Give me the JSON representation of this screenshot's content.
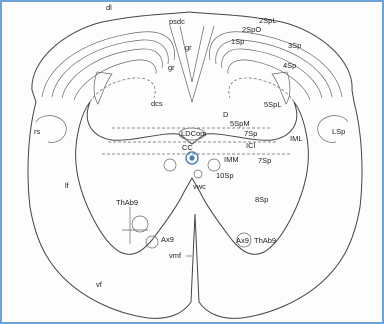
{
  "labels": {
    "dl": "dl",
    "psdc": "psdc",
    "gr_top": "gr",
    "gr_left": "gr",
    "sp_1": "1Sp",
    "sp_2po": "2SpO",
    "sp_2pl": "2SpL",
    "sp_3": "3Sp",
    "sp_4": "4Sp",
    "sp_5pl": "5SpL",
    "sp_5pm": "5SpM",
    "d": "D",
    "dcs": "dcs",
    "rs": "rs",
    "lsp": "LSp",
    "ldcom": "LDCom",
    "sp_7a": "7Sp",
    "iml": "IML",
    "ici": "ICl",
    "cc": "CC",
    "imm": "IMM",
    "sp_7b": "7Sp",
    "sp_10": "10Sp",
    "lf": "lf",
    "vwc": "vwc",
    "sp_8": "8Sp",
    "thab9_left": "ThAb9",
    "ax9_left": "Ax9",
    "ax9_right": "Ax9",
    "thab9_right": "ThAb9",
    "vmf": "vmf",
    "vf": "vf"
  },
  "colors": {
    "frame": "#6fa2d6",
    "outline": "#444444",
    "cc_ring": "#4a7fb5"
  }
}
